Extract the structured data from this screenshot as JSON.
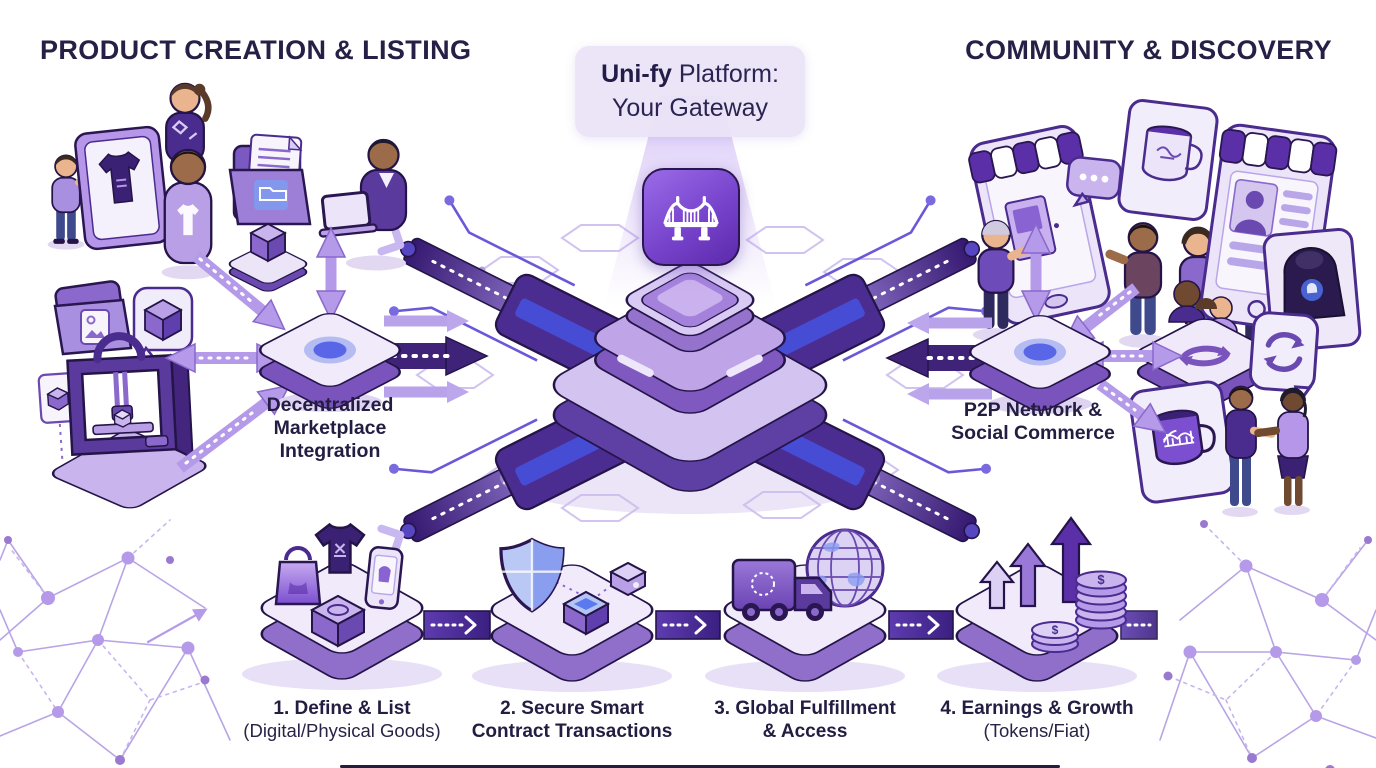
{
  "sections": {
    "left_title": "PRODUCT CREATION & LISTING",
    "right_title": "COMMUNITY & DISCOVERY"
  },
  "title_card": {
    "brand": "Uni-fy",
    "platform_suffix": " Platform:",
    "line2": "Your Gateway"
  },
  "nodes": {
    "left_label": "Decentralized\nMarketplace\nIntegration",
    "right_label": "P2P Network &\nSocial Commerce"
  },
  "steps": [
    {
      "title": "1. Define & List",
      "subtitle": "(Digital/Physical Goods)"
    },
    {
      "title": "2. Secure Smart\nContract Transactions",
      "subtitle": ""
    },
    {
      "title": "3. Global Fulfillment\n& Access",
      "subtitle": ""
    },
    {
      "title": "4. Earnings & Growth",
      "subtitle": "(Tokens/Fiat)"
    }
  ],
  "misc": {
    "coin_symbol": "$"
  },
  "icons": {
    "bridge-icon": "suspension bridge glyph on purple app tile",
    "marketplace-node-icon": "isometric tile with blue ring",
    "p2p-node-icon": "isometric tile with blue ring",
    "folder-documents-icon": "folder with papers",
    "folder-image-icon": "folder with image file",
    "chat-cube-icon": "speech bubble with 3d cube",
    "printer-3d-icon": "3d printer frame",
    "tshirt-card-icon": "card with t-shirt",
    "storefront-tablet-icon": "tablet shop with awning",
    "profile-tablet-icon": "tablet with profile page and awning",
    "mug-card-icon": "card with mug",
    "hoodie-card-icon": "card with hoodie",
    "chat-dots-icon": "speech bubble with dots",
    "sync-bubble-icon": "speech bubble with cycle arrows",
    "cycle-tile-icon": "tile with circular arrows",
    "shopping-bag-icon": "shopping bag",
    "phone-icon": "smartphone listing",
    "box-icon": "isometric parcel cube",
    "shield-icon": "security shield",
    "truck-icon": "delivery truck",
    "globe-icon": "wireframe globe",
    "growth-arrows-icon": "three rising arrows",
    "coins-icon": "coin stacks with dollar sign"
  },
  "colors": {
    "heading_text": "#272046",
    "deep_purple": "#3f2378",
    "accent_purple": "#5b2fa8",
    "mid_purple": "#8a68cc",
    "lavender": "#cdb9ec",
    "pale_lavender": "#efe9fa",
    "blue_accent": "#5a66e8",
    "outline": "#241448"
  }
}
